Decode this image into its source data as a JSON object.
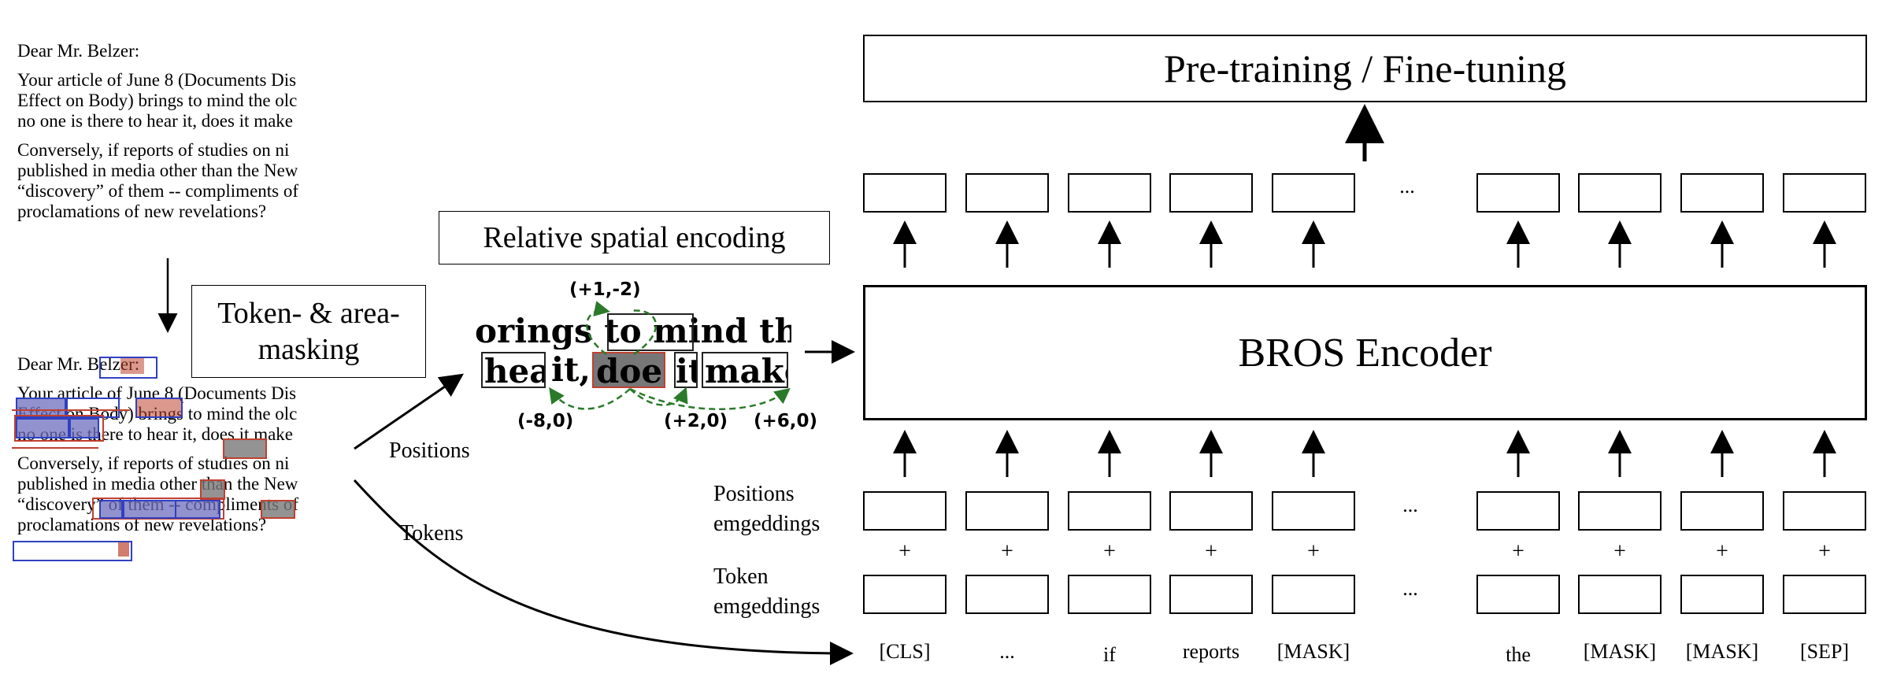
{
  "document_top": {
    "greeting": "Dear Mr. Belzer:",
    "para1": [
      "Your article of June 8 (Documents Dis",
      "Effect on Body) brings to mind the olc",
      "no one is there to hear it, does it make"
    ],
    "para2": [
      "Conversely, if reports of studies on ni",
      "published in media other than the New",
      "“discovery” of them -- compliments of",
      "proclamations of new revelations?"
    ]
  },
  "document_bottom": {
    "greeting": "Dear Mr. Belzer:",
    "para1": [
      "Your article of June 8 (Documents Dis",
      "Effect on Body) brings to mind the olc",
      "no one is there to hear it, does it make"
    ],
    "para2": [
      "Conversely, if reports of studies on ni",
      "published in media other than the New",
      "“discovery” of them -- compliments of",
      "proclamations of new revelations?"
    ]
  },
  "masking_box": {
    "line1": "Token- & area-",
    "line2": "masking"
  },
  "relative_box": {
    "label": "Relative spatial encoding"
  },
  "snippet": {
    "line1": "orings to mind the olc",
    "line2_words": [
      "hear",
      "it,",
      "does",
      "it",
      "make"
    ]
  },
  "offsets": {
    "top": "(+1,-2)",
    "left": "(-8,0)",
    "mid": "(+2,0)",
    "right": "(+6,0)"
  },
  "arrow_labels": {
    "positions": "Positions",
    "tokens": "Tokens"
  },
  "pretrain": {
    "label": "Pre-training / Fine-tuning"
  },
  "encoder": {
    "label": "BROS Encoder"
  },
  "row_labels": {
    "positions_line1": "Positions",
    "positions_line2": "emgeddings",
    "tokens_line1": "Token",
    "tokens_line2": "emgeddings"
  },
  "ellipsis": "...",
  "plus": "+",
  "tokens": [
    "[CLS]",
    "...",
    "if",
    "reports",
    "[MASK]",
    "the",
    "[MASK]",
    "[MASK]",
    "[SEP]"
  ]
}
